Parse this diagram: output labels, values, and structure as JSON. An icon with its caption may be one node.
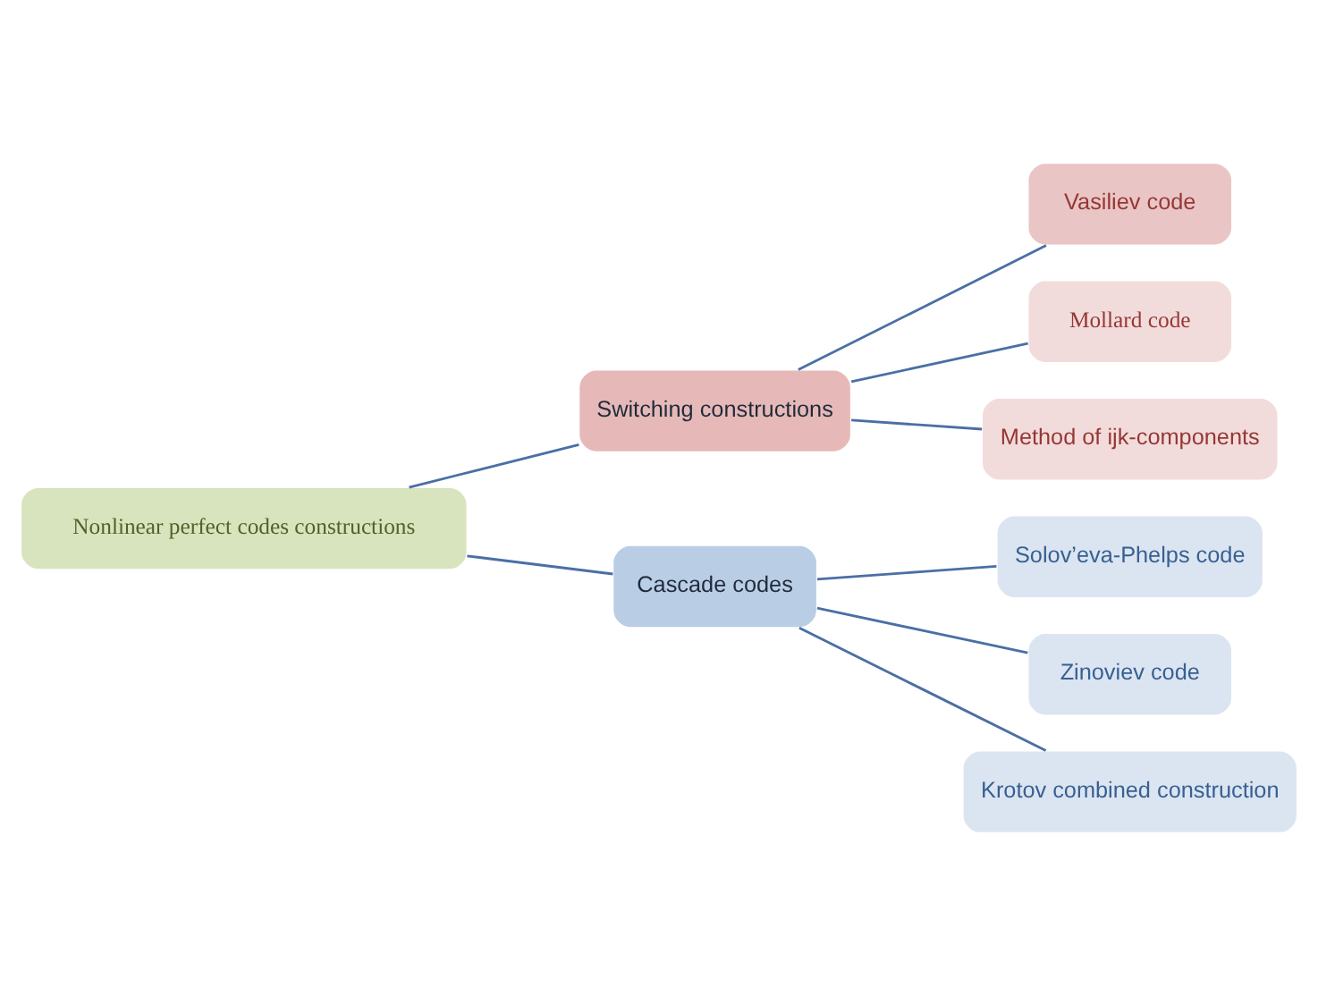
{
  "diagram": {
    "nodes": [
      {
        "text": [
          "Nonlinear perfect codes constructions"
        ]
      },
      {
        "text": [
          "Switching constructions"
        ]
      },
      {
        "text": [
          "Vasiliev code"
        ]
      },
      {
        "text": [
          "Mollard code"
        ]
      },
      {
        "text": [
          "Method of ijk-components"
        ]
      },
      {
        "text": [
          "Cascade codes"
        ]
      },
      {
        "text": [
          "Solov’eva-Phelps code"
        ]
      },
      {
        "text": [
          "Zinoviev code"
        ]
      },
      {
        "text": [
          "Krotov combined construction"
        ]
      }
    ],
    "edges": [
      {
        "from": 0,
        "to": 1,
        "arrow": "none"
      },
      {
        "from": 0,
        "to": 5,
        "arrow": "none"
      },
      {
        "from": 1,
        "to": 2,
        "arrow": "none"
      },
      {
        "from": 1,
        "to": 3,
        "arrow": "none"
      },
      {
        "from": 1,
        "to": 4,
        "arrow": "none"
      },
      {
        "from": 5,
        "to": 6,
        "arrow": "none"
      },
      {
        "from": 5,
        "to": 7,
        "arrow": "none"
      },
      {
        "from": 5,
        "to": 8,
        "arrow": "none"
      }
    ]
  }
}
